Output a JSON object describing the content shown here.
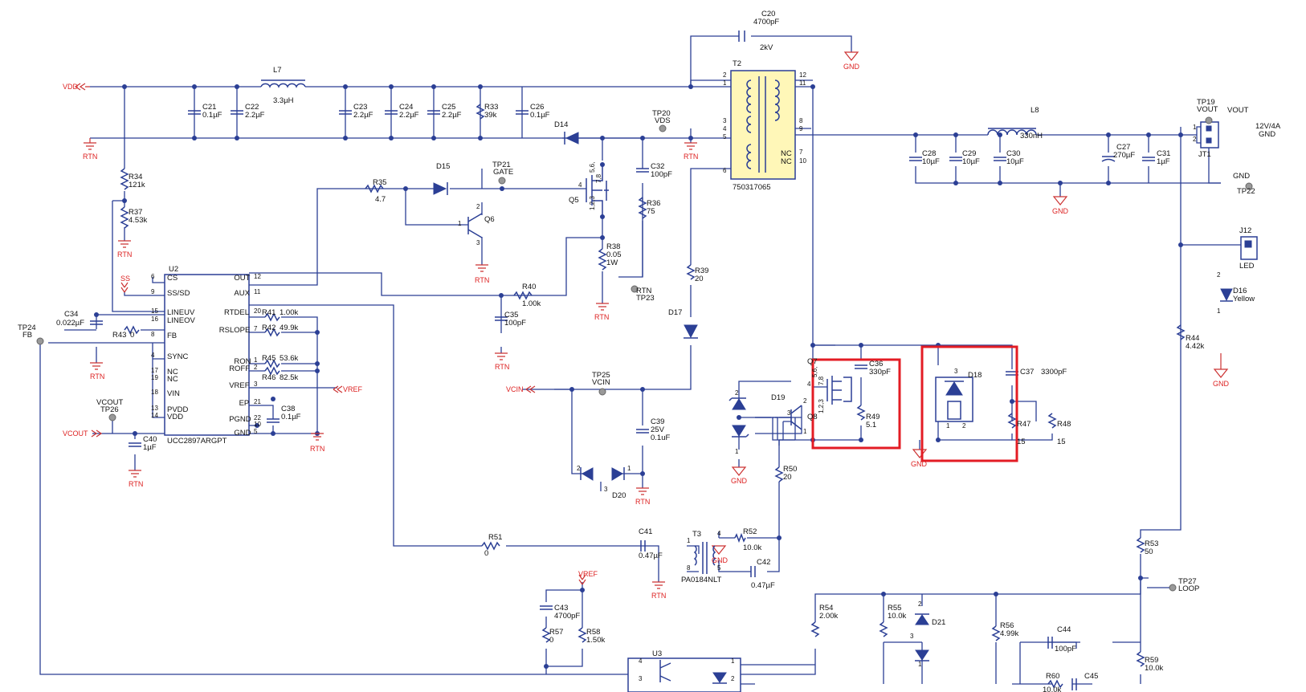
{
  "nets": {
    "vdd": "VDD",
    "vref": "VREF",
    "vcin": "VCIN",
    "vcout": "VCOUT",
    "ss": "SS",
    "rtn": "RTN",
    "gnd": "GND"
  },
  "tp": {
    "tp20": "TP20",
    "vds": "VDS",
    "tp21": "TP21",
    "gate": "GATE",
    "tp23": "TP23",
    "tp24": "TP24",
    "fb": "FB",
    "tp25": "TP25",
    "vcin": "VCIN",
    "tp26": "TP26",
    "vcout": "VCOUT",
    "tp19": "TP19",
    "vout": "VOUT",
    "tp22": "TP22",
    "tp27": "TP27",
    "loop": "LOOP"
  },
  "u2": {
    "ref": "U2",
    "part": "UCC2897ARGPT",
    "left_pins": [
      {
        "n": "6",
        "l": "CS"
      },
      {
        "n": "9",
        "l": "SS/SD"
      },
      {
        "n": "15",
        "l": "LINEUV"
      },
      {
        "n": "16",
        "l": "LINEOV"
      },
      {
        "n": "8",
        "l": "FB"
      },
      {
        "n": "4",
        "l": "SYNC"
      },
      {
        "n": "17",
        "l": "NC"
      },
      {
        "n": "19",
        "l": "NC"
      },
      {
        "n": "18",
        "l": "VIN"
      },
      {
        "n": "13",
        "l": "PVDD"
      },
      {
        "n": "14",
        "l": "VDD"
      }
    ],
    "right_pins": [
      {
        "n": "12",
        "l": "OUT"
      },
      {
        "n": "11",
        "l": "AUX"
      },
      {
        "n": "20",
        "l": "RTDEL"
      },
      {
        "n": "7",
        "l": "RSLOPE"
      },
      {
        "n": "1",
        "l": "RON"
      },
      {
        "n": "2",
        "l": "ROFF"
      },
      {
        "n": "3",
        "l": "VREF"
      },
      {
        "n": "21",
        "l": "EP"
      },
      {
        "n": "22",
        "l": "PGND"
      },
      {
        "n": "10",
        "l": ""
      },
      {
        "n": "5",
        "l": "GND"
      }
    ]
  },
  "t2": {
    "ref": "T2",
    "part": "750317065",
    "pins": [
      "2",
      "1",
      "3",
      "4",
      "5",
      "6",
      "12",
      "11",
      "8",
      "9",
      "7",
      "10"
    ],
    "nc1": "NC",
    "nc2": "NC"
  },
  "t3": {
    "ref": "T3",
    "part": "PA0184NLT",
    "pins": [
      "1",
      "8",
      "4",
      "5"
    ]
  },
  "u3": {
    "ref": "U3",
    "pins": [
      "4",
      "3",
      "1",
      "2"
    ]
  },
  "caps": {
    "c20": "C20",
    "c20v": "4700pF",
    "c20r": "2kV",
    "c21": "C21",
    "c21v": "0.1µF",
    "c22": "C22",
    "c22v": "2.2µF",
    "c23": "C23",
    "c23v": "2.2µF",
    "c24": "C24",
    "c24v": "2.2µF",
    "c25": "C25",
    "c25v": "2.2µF",
    "c26": "C26",
    "c26v": "0.1µF",
    "c27": "C27",
    "c27v": "270µF",
    "c28": "C28",
    "c28v": "10µF",
    "c29": "C29",
    "c29v": "10µF",
    "c30": "C30",
    "c30v": "10µF",
    "c31": "C31",
    "c31v": "1µF",
    "c32": "C32",
    "c32v": "100pF",
    "c34": "C34",
    "c34v": "0.022µF",
    "c35": "C35",
    "c35v": "100pF",
    "c36": "C36",
    "c36v": "330pF",
    "c37": "C37",
    "c37v": "3300pF",
    "c38": "C38",
    "c38v": "0.1µF",
    "c39": "C39",
    "c39r": "25V",
    "c39v": "0.1uF",
    "c40": "C40",
    "c40v": "1µF",
    "c41": "C41",
    "c41v": "0.47µF",
    "c42": "C42",
    "c42v": "0.47µF",
    "c43": "C43",
    "c43v": "4700pF",
    "c44": "C44",
    "c44v": "100pF",
    "c45": "C45"
  },
  "res": {
    "r33": "R33",
    "r33v": "39k",
    "r34": "R34",
    "r34v": "121k",
    "r35": "R35",
    "r35v": "4.7",
    "r36": "R36",
    "r36v": "75",
    "r37": "R37",
    "r37v": "4.53k",
    "r38": "R38",
    "r38v": "0.05",
    "r38p": "1W",
    "r39": "R39",
    "r39v": "20",
    "r40": "R40",
    "r40v": "1.00k",
    "r41": "R41",
    "r41v": "1.00k",
    "r42": "R42",
    "r42v": "49.9k",
    "r43": "R43",
    "r43v": "0",
    "r44": "R44",
    "r44v": "4.42k",
    "r45": "R45",
    "r45v": "53.6k",
    "r46": "R46",
    "r46v": "82.5k",
    "r47": "R47",
    "r47v": "15",
    "r48": "R48",
    "r48v": "15",
    "r49": "R49",
    "r49v": "5.1",
    "r50": "R50",
    "r50v": "20",
    "r51": "R51",
    "r51v": "0",
    "r52": "R52",
    "r52v": "10.0k",
    "r53": "R53",
    "r53v": "50",
    "r54": "R54",
    "r54v": "2.00k",
    "r55": "R55",
    "r55v": "10.0k",
    "r56": "R56",
    "r56v": "4.99k",
    "r57": "R57",
    "r57v": "0",
    "r58": "R58",
    "r58v": "1.50k",
    "r59": "R59",
    "r59v": "10.0k",
    "r60": "R60",
    "r60v": "10.0k"
  },
  "ind": {
    "l7": "L7",
    "l7v": "3.3µH",
    "l8": "L8",
    "l8v": "330nH"
  },
  "semi": {
    "d14": "D14",
    "d15": "D15",
    "d16": "D16",
    "d16c": "Yellow",
    "d17": "D17",
    "d18": "D18",
    "d19": "D19",
    "d20": "D20",
    "d21": "D21",
    "q5": "Q5",
    "q6": "Q6",
    "q7": "Q7",
    "q8": "Q8"
  },
  "pinnums": {
    "p1": "1",
    "p2": "2",
    "p3": "3",
    "p4": "4",
    "p567": "5,6,",
    "p78": "7,8",
    "p123": "1,2,3"
  },
  "conn": {
    "jt1": "JT1",
    "vout": "VOUT",
    "rating": "12V/4A",
    "gnd": "GND",
    "j12": "J12",
    "led": "LED",
    "p1": "1",
    "p2": "2"
  }
}
